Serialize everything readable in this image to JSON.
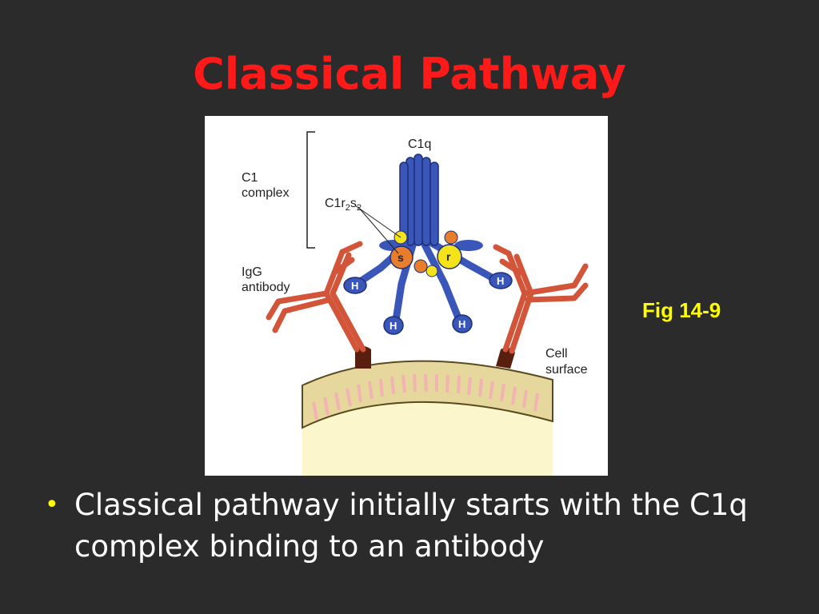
{
  "slide": {
    "title": "Classical Pathway",
    "fig_label": "Fig 14-9",
    "bullet": "Classical pathway initially starts with the C1q complex binding to an antibody"
  },
  "figure": {
    "label_c1q": "C1q",
    "label_c1_line1": "C1",
    "label_c1_line2": "complex",
    "label_c1r2s2_prefix": "C1r",
    "label_c1r2s2_sub1": "2",
    "label_c1r2s2_mid": "s",
    "label_c1r2s2_sub2": "2",
    "label_igg_line1": "IgG",
    "label_igg_line2": "antibody",
    "label_cell_line1": "Cell",
    "label_cell_line2": "surface",
    "head_label": "H",
    "s_label": "s",
    "r_label": "r"
  },
  "colors": {
    "background": "#2b2b2b",
    "title": "#ff1a1a",
    "fig_label": "#ffff00",
    "bullet_marker": "#ffff00",
    "c1q_blue": "#3a56b8",
    "antibody_red": "#d2553a",
    "c1s_orange": "#e87d2c",
    "c1r_yellow": "#f4e21a",
    "membrane_tan": "#e6d79c",
    "cell_interior": "#fbf6cc"
  }
}
